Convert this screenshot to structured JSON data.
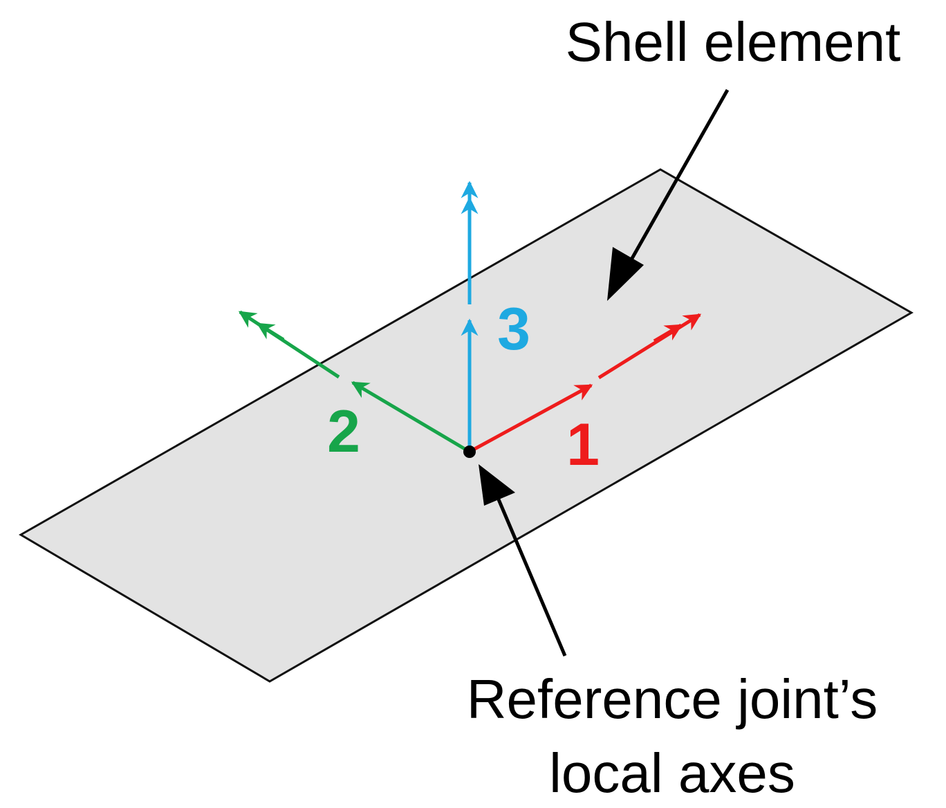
{
  "labels": {
    "shell_element": "Shell element",
    "reference_line1": "Reference joint’s",
    "reference_line2": "local axes"
  },
  "axes": [
    {
      "id": "axis-1",
      "label": "1",
      "color": "#ee1c1c"
    },
    {
      "id": "axis-2",
      "label": "2",
      "color": "#17a54a"
    },
    {
      "id": "axis-3",
      "label": "3",
      "color": "#1ea9e1"
    }
  ],
  "colors": {
    "shell_fill": "#e3e3e3",
    "outline": "#111111",
    "pointer": "#000000"
  },
  "icons": {
    "joint": "reference-joint-dot"
  }
}
